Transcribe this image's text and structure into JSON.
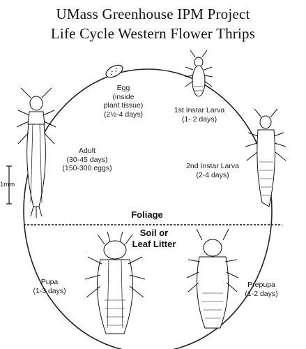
{
  "title": {
    "line1": "UMass Greenhouse IPM Project",
    "line2": "Life Cycle Western Flower Thrips"
  },
  "stages": {
    "egg": {
      "line1": "Egg",
      "line2": "(inside",
      "line3": "plant tissue)",
      "line4": "(2½-4 days)"
    },
    "larva1": {
      "line1": "1st Instar Larva",
      "line2": "(1- 2  days)"
    },
    "larva2": {
      "line1": "2nd Instar Larva",
      "line2": "(2-4 days)"
    },
    "prepupa": {
      "line1": "Prepupa",
      "line2": "(1-2 days)"
    },
    "pupa": {
      "line1": "Pupa",
      "line2": "(1-3 days)"
    },
    "adult": {
      "line1": "Adult",
      "line2": "(30-45 days)",
      "line3": "(150-300 eggs)"
    }
  },
  "zones": {
    "foliage": "Foliage",
    "soil_line1": "Soil or",
    "soil_line2": "Leaf Litter"
  },
  "scale_label": "1mm"
}
